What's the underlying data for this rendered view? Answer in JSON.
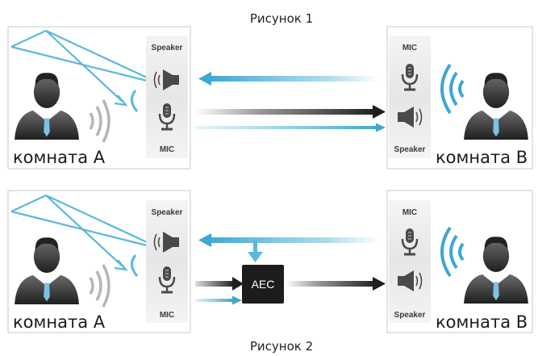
{
  "captions": {
    "figure1": "Рисунок 1",
    "figure2": "Рисунок 2"
  },
  "figure1": {
    "room_a": {
      "label": "комната A",
      "strip_top": "Speaker",
      "strip_bottom": "MIC"
    },
    "room_b": {
      "label": "комната B",
      "strip_top": "MIC",
      "strip_bottom": "Speaker"
    }
  },
  "figure2": {
    "room_a": {
      "label": "комната A",
      "strip_top": "Speaker",
      "strip_bottom": "MIC"
    },
    "room_b": {
      "label": "комната B",
      "strip_top": "MIC",
      "strip_bottom": "Speaker"
    },
    "aec_label": "AEC"
  },
  "icons": {
    "person": "person-icon",
    "speaker": "speaker-icon",
    "microphone": "microphone-icon",
    "sound_waves": "sound-waves-icon",
    "echo_path": "echo-path-icon"
  },
  "colors": {
    "echo_blue": "#5bb8dc",
    "signal_dark": "#1e1e1e",
    "person_dark": "#3c3c3c",
    "tie_blue": "#7cc3e3",
    "aec_box": "#1c1c1c"
  }
}
